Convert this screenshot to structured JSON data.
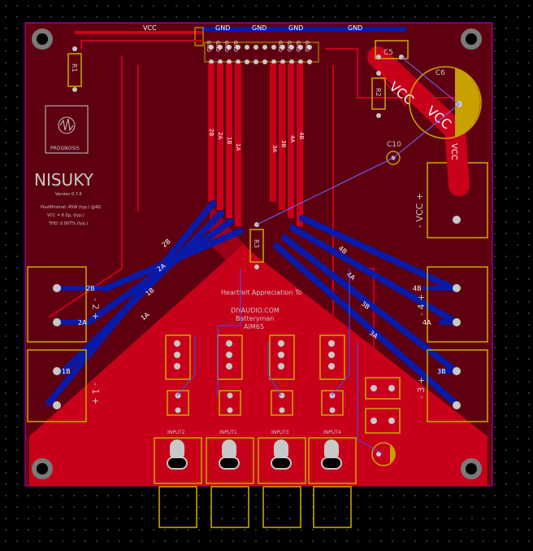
{
  "board": {
    "title": "NISUKY",
    "version": "Version 0.7.6",
    "logo_text": "PROGNOSIS",
    "specs": [
      "PoutMinimal: 45W (typ.) @4Ω",
      "VCC = 6.0p, (typ.)",
      "THD: 0.007% (typ.)"
    ],
    "credits": [
      "Heartfelt Appreciation To",
      "DIYAUDIO.COM",
      "Batteryman",
      "AIM65"
    ]
  },
  "nets": {
    "vcc": "VCC",
    "gnd": "GND",
    "top_vcc_label": "VCC",
    "top_gnd_labels": [
      "GND",
      "GND",
      "GND",
      "GND"
    ],
    "header_pins": [
      "GND",
      "GND",
      "GND",
      "GND",
      "GND",
      "GND",
      "GND",
      "GND"
    ]
  },
  "components": {
    "r1": "R1",
    "r2": "R2",
    "r3": "R3",
    "c5": "C5",
    "c6": "C6",
    "c10": "C10",
    "vcc_conn": "- VCC +",
    "inputs": [
      "INPUT2",
      "INPUT1",
      "INPUT3",
      "INPUT4"
    ]
  },
  "channels": {
    "left": [
      "2B",
      "2A",
      "1B",
      "1A"
    ],
    "right": [
      "4B",
      "4A",
      "3B",
      "3A"
    ],
    "left_conn_labels": [
      "2B",
      "2A",
      "1B"
    ],
    "right_conn_labels": [
      "4B",
      "4A",
      "3B"
    ],
    "left_conn_marks": [
      "- 2 +",
      "- 1 +"
    ],
    "right_conn_marks": [
      "- 4 +",
      "- 3 +"
    ],
    "top_labels_left": [
      "2B",
      "2A",
      "1B",
      "1A"
    ],
    "top_labels_right": [
      "3A",
      "3B",
      "4A",
      "4B"
    ]
  },
  "colors": {
    "background": "#000000",
    "board": "#7a0010",
    "copper_top": "#c8001a",
    "copper_bottom": "#0a1aa8",
    "silkscreen": "#c8c8c8",
    "outline": "#c8a000",
    "board_edge": "#b000b0"
  }
}
